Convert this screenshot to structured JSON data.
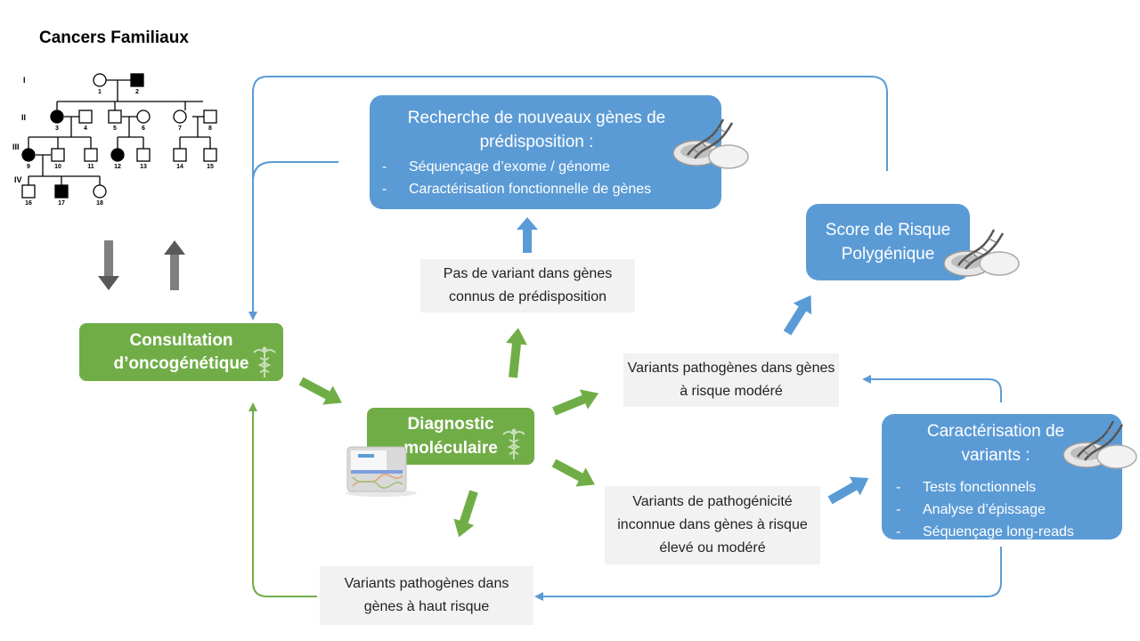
{
  "title": "Cancers Familiaux",
  "pedigree": {
    "generations": [
      "I",
      "II",
      "III",
      "IV"
    ],
    "individuals": [
      "1",
      "2",
      "3",
      "4",
      "5",
      "6",
      "7",
      "8",
      "9",
      "10",
      "11",
      "12",
      "13",
      "14",
      "15",
      "16",
      "17",
      "18"
    ]
  },
  "nodes": {
    "research": {
      "title": "Recherche de nouveaux gènes de prédisposition :",
      "items": [
        "Séquençage d’exome / génome",
        "Caractérisation fonctionnelle de gènes"
      ]
    },
    "prs": {
      "title": "Score de Risque Polygénique"
    },
    "consultation": {
      "title": "Consultation d’oncogénétique"
    },
    "diagnostic": {
      "title": "Diagnostic moléculaire"
    },
    "no_variant": {
      "text": "Pas de variant dans gènes connus de prédisposition"
    },
    "moderate": {
      "text": "Variants pathogènes dans gènes à risque modéré"
    },
    "vus": {
      "text": "Variants de pathogénicité inconnue dans gènes à risque élevé ou modéré"
    },
    "high": {
      "text": "Variants pathogènes dans gènes à haut risque"
    },
    "characterization": {
      "title": "Caractérisation de variants :",
      "items": [
        "Tests fonctionnels",
        "Analyse d’épissage",
        "Séquençage long-reads"
      ]
    }
  },
  "icons": [
    "dna-petri-dish-icon",
    "caduceus-icon",
    "sequencer-machine-icon"
  ],
  "colors": {
    "blue": "#5b9bd5",
    "green": "#70ad47",
    "gray_box": "#f2f2f2",
    "dark_arrow": "#595959",
    "line_blue": "#5b9bd5"
  }
}
